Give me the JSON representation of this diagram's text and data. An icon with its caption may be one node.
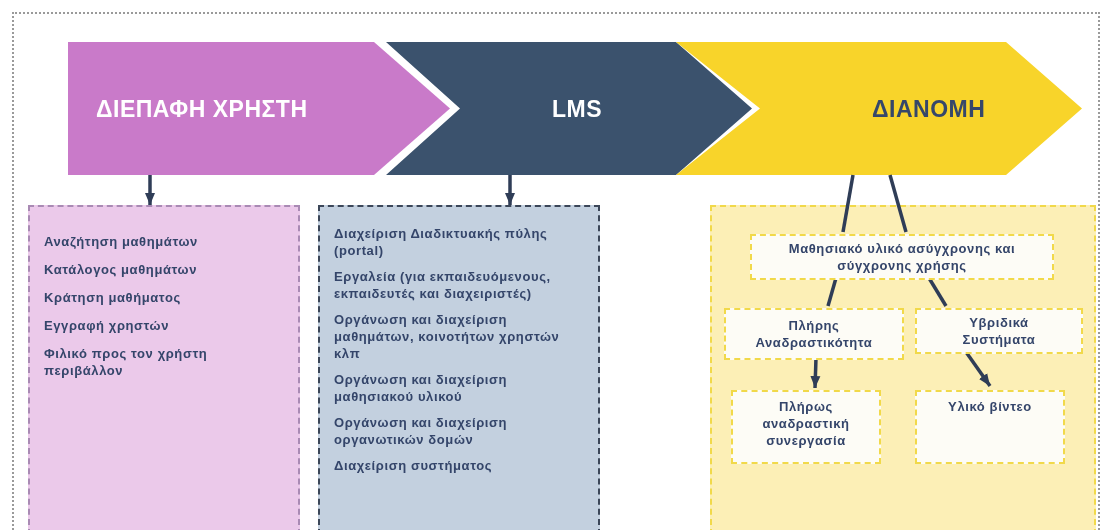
{
  "diagram": {
    "nodes": [
      {
        "text": [
          "ΔΙΕΠΑΦΗ ΧΡΗΣΤΗ"
        ]
      },
      {
        "text": [
          "LMS"
        ]
      },
      {
        "text": [
          "ΔΙΑΝΟΜΗ"
        ]
      },
      {
        "text": [
          "Αναζήτηση μαθημάτων",
          "Κατάλογος μαθημάτων",
          "Κράτηση μαθήματος",
          "Εγγραφή χρηστών",
          "Φιλικό προς τον χρήστη περιβάλλον"
        ]
      },
      {
        "text": [
          "Διαχείριση Διαδικτυακής πύλης (portal)",
          "Εργαλεία (για εκπαιδευόμενους, εκπαιδευτές και διαχειριστές)",
          "Οργάνωση και διαχείριση μαθημάτων, κοινοτήτων χρηστών κλπ",
          "Οργάνωση και διαχείριση μαθησιακού υλικού",
          "Οργάνωση και διαχείριση οργανωτικών δομών",
          "Διαχείριση συστήματος"
        ]
      },
      {
        "text": [],
        "shape": "box"
      },
      {
        "text": [
          "Μαθησιακό υλικό ασύγχρονης και σύγχρονης χρήσης"
        ],
        "in": 5
      },
      {
        "text": [
          "Πλήρης Αναδραστικότητα"
        ],
        "in": 5
      },
      {
        "text": [
          "Υβριδικά Συστήματα"
        ],
        "in": 5
      },
      {
        "text": [
          "Πλήρως αναδραστική συνεργασία"
        ],
        "in": 5
      },
      {
        "text": [
          "Υλικό βίντεο"
        ],
        "in": 5
      }
    ],
    "edges": [
      {
        "from": 0,
        "to": 3,
        "arrow": "to"
      },
      {
        "from": 1,
        "to": 4,
        "arrow": "to"
      },
      {
        "from": 2,
        "to": 6,
        "arrow": "none"
      },
      {
        "from": 2,
        "to": 6,
        "arrow": "none"
      },
      {
        "from": 6,
        "to": 7,
        "arrow": "none"
      },
      {
        "from": 6,
        "to": 8,
        "arrow": "none"
      },
      {
        "from": 7,
        "to": 9,
        "arrow": "to"
      },
      {
        "from": 8,
        "to": 10,
        "arrow": "to"
      }
    ]
  }
}
